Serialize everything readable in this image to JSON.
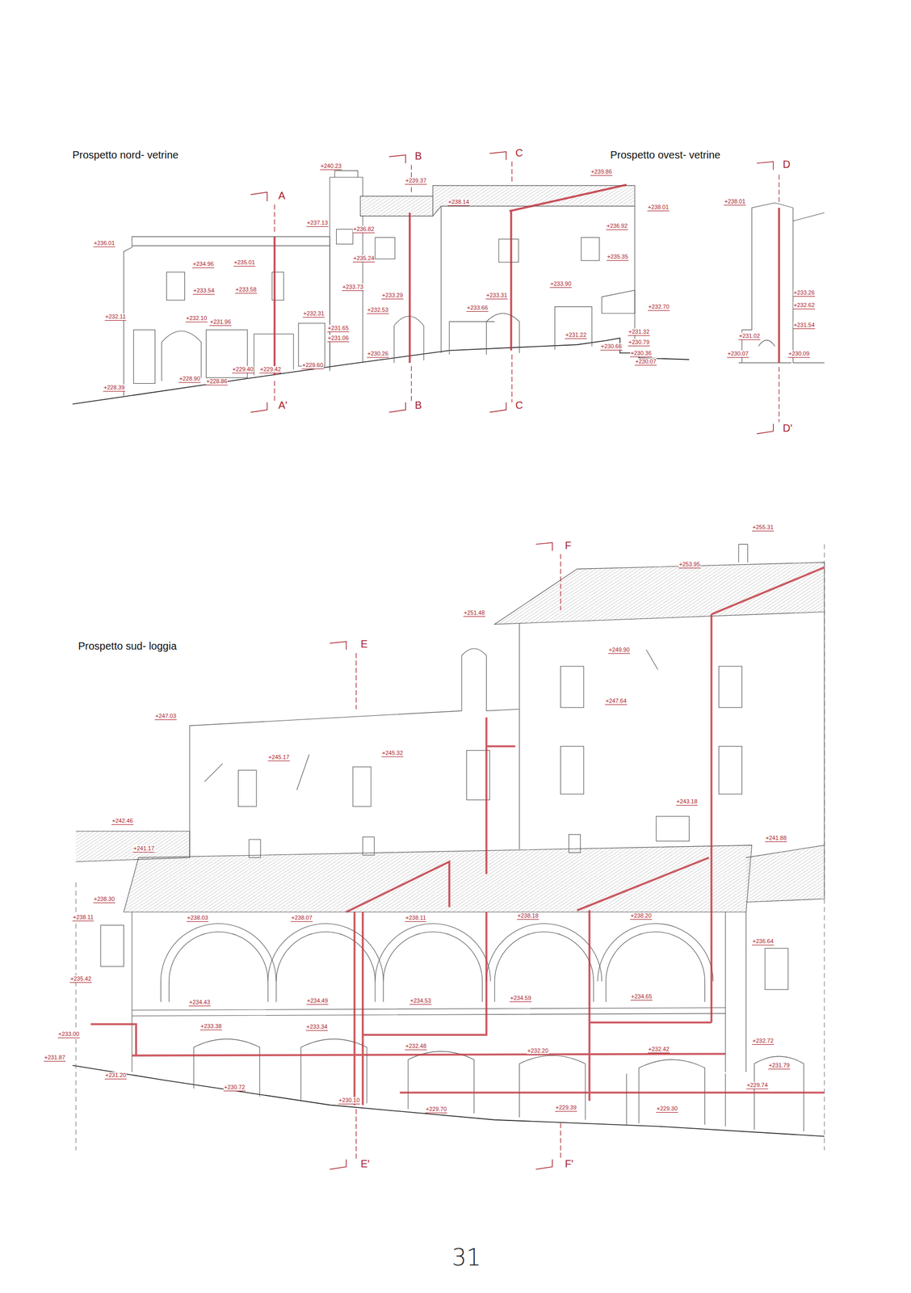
{
  "diagram": {
    "labels": [
      "Prospetto nord- vetrine",
      "Prospetto ovest- vetrine",
      "Prospetto sud- loggia",
      "31",
      "A",
      "A'",
      "B",
      "B",
      "C",
      "C",
      "D",
      "D'",
      "+240.23",
      "+239.37",
      "+238.14",
      "+239.86",
      "+238.01",
      "+237.13",
      "+236.01",
      "+236.82",
      "+236.92",
      "+234.96",
      "+235.01",
      "+235.24",
      "+235.35",
      "+233.54",
      "+233.58",
      "+233.73",
      "+233.29",
      "+233.31",
      "+233.90",
      "+232.11",
      "+232.10",
      "+231.96",
      "+232.31",
      "+232.53",
      "+233.66",
      "+232.70",
      "+231.65",
      "+231.06",
      "+231.22",
      "+231.32",
      "+230.79",
      "+230.66",
      "+230.36",
      "+230.07",
      "+230.26",
      "+229.40",
      "+229.42",
      "+229.60",
      "+228.90",
      "+228.86",
      "+228.39",
      "+238.01",
      "+233.26",
      "+232.62",
      "+231.54",
      "+231.02",
      "+230.07",
      "+230.09",
      "F",
      "E",
      "E'",
      "F'",
      "+255.31",
      "+253.95",
      "+251.48",
      "+249.90",
      "+247.64",
      "+247.03",
      "+245.17",
      "+245.32",
      "+243.18",
      "+242.46",
      "+241.17",
      "+241.88",
      "+238.30",
      "+238.11",
      "+238.03",
      "+238.07",
      "+238.11",
      "+238.18",
      "+238.20",
      "+236.64",
      "+235.42",
      "+234.43",
      "+234.49",
      "+234.53",
      "+234.59",
      "+234.65",
      "+233.38",
      "+233.34",
      "+233.00",
      "+231.87",
      "+232.48",
      "+232.20",
      "+232.42",
      "+232.72",
      "+231.20",
      "+231.79",
      "+230.72",
      "+229.74",
      "+230.10",
      "+229.70",
      "+229.39",
      "+229.30"
    ]
  }
}
